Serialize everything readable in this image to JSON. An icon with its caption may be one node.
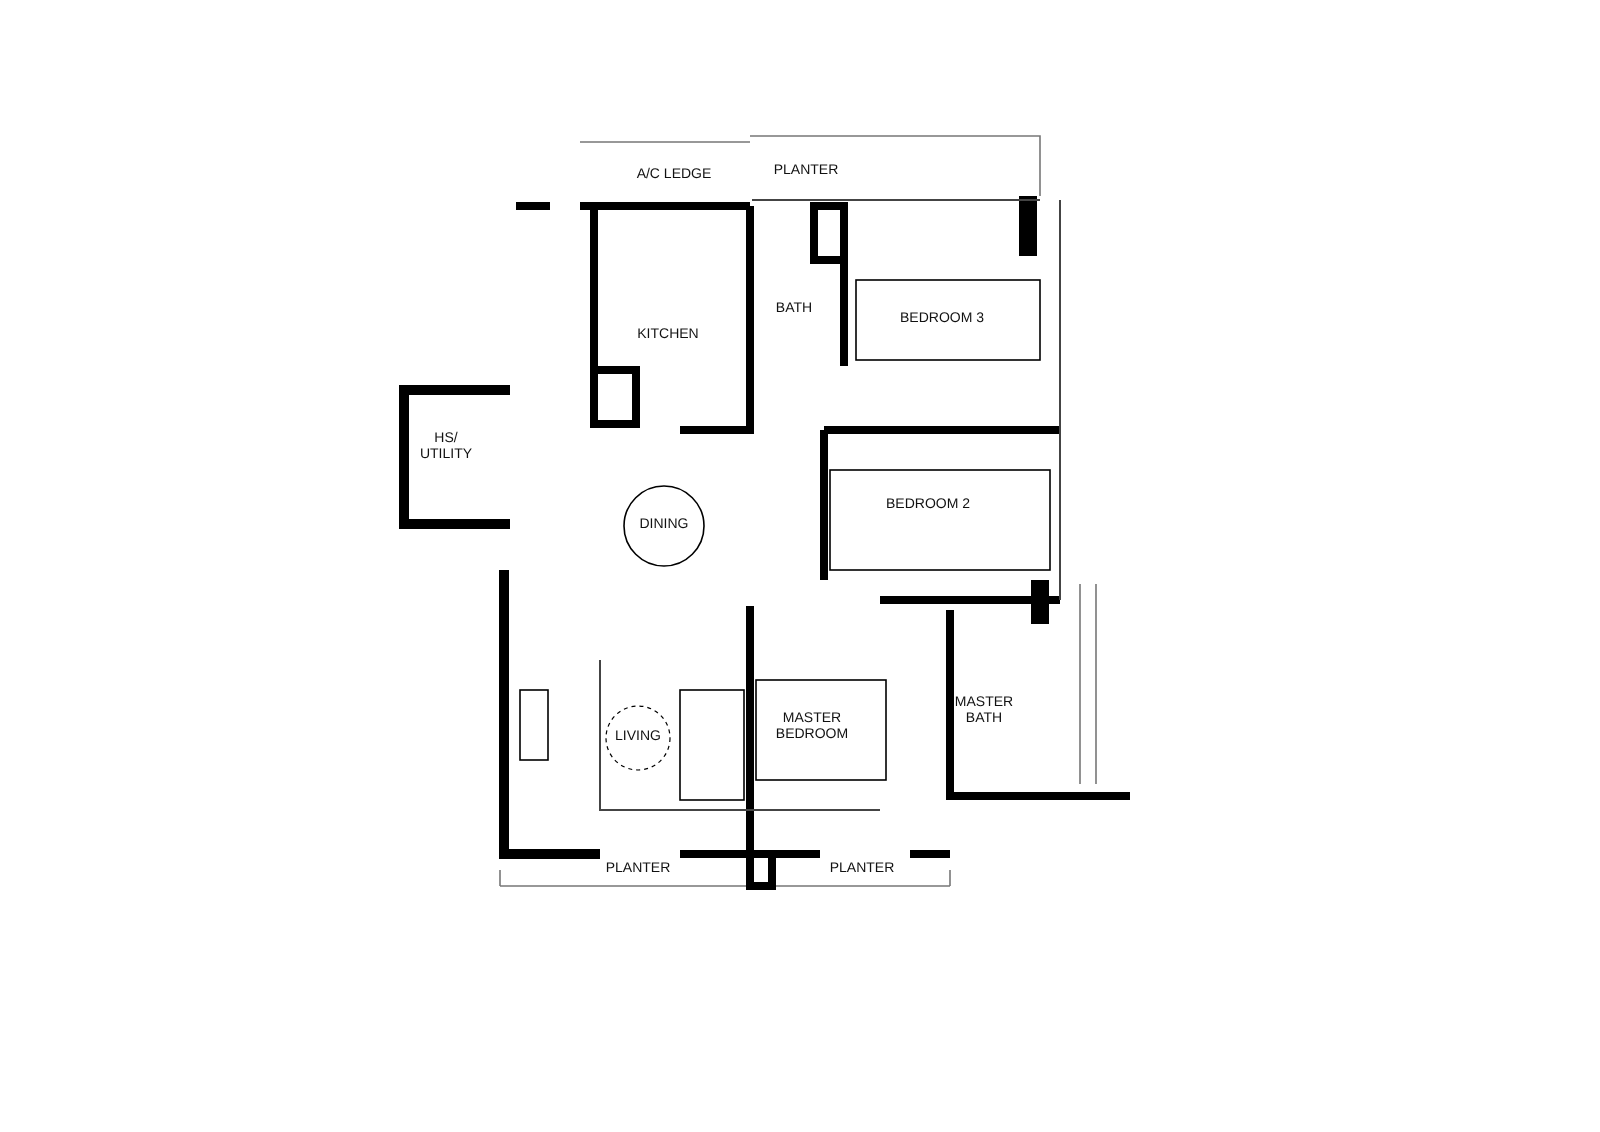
{
  "diagram": {
    "nodes": [
      {
        "text": [
          "A/C LEDGE"
        ]
      },
      {
        "text": [
          "PLANTER"
        ]
      },
      {
        "text": [
          "KITCHEN"
        ]
      },
      {
        "text": [
          "BATH"
        ]
      },
      {
        "text": [
          "BEDROOM 3"
        ]
      },
      {
        "text": [
          "HS/ UTILITY"
        ]
      },
      {
        "text": [
          "DINING"
        ]
      },
      {
        "text": [
          "BEDROOM 2"
        ]
      },
      {
        "text": [
          "LIVING"
        ]
      },
      {
        "text": [
          "MASTER BEDROOM"
        ]
      },
      {
        "text": [
          "MASTER BATH"
        ]
      },
      {
        "text": [
          "PLANTER"
        ]
      },
      {
        "text": [
          "PLANTER"
        ]
      }
    ]
  }
}
